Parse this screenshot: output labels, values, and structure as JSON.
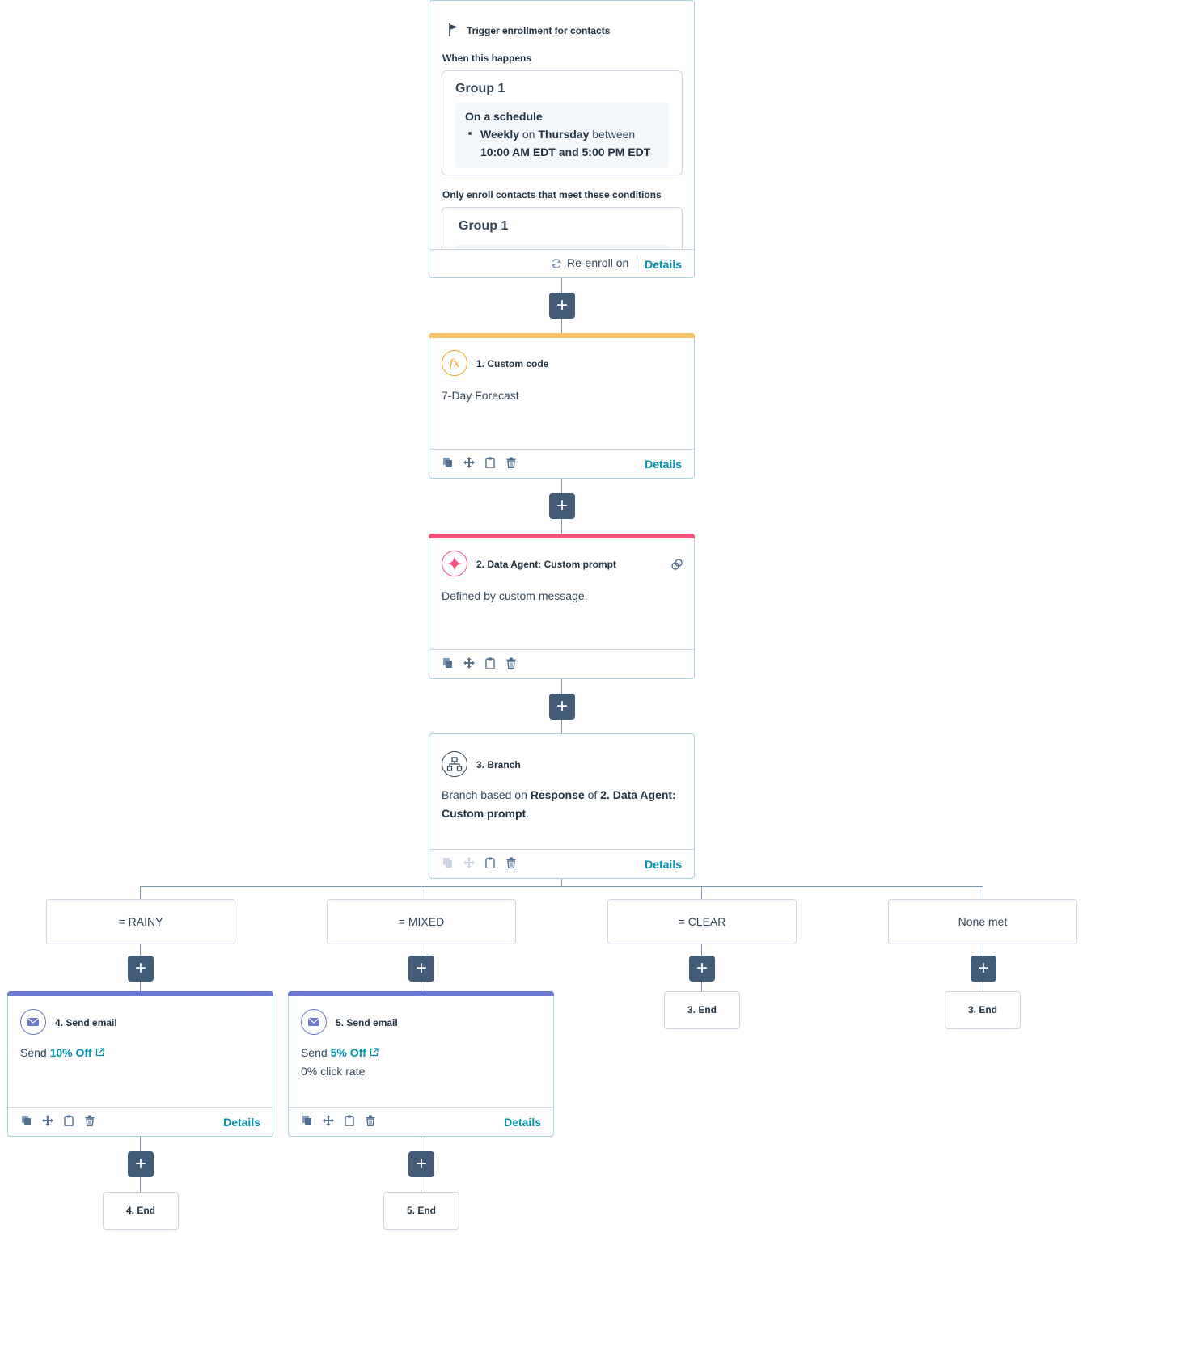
{
  "trigger": {
    "title": "Trigger enrollment for contacts",
    "when_label": "When this happens",
    "group1_title": "Group 1",
    "schedule_title": "On a schedule",
    "schedule_freq": "Weekly",
    "schedule_on": "on",
    "schedule_day": "Thursday",
    "schedule_between": "between",
    "schedule_times": "10:00 AM EDT and 5:00 PM EDT",
    "only_enroll_label": "Only enroll contacts that meet these conditions",
    "group2_title": "Group 1",
    "reenroll_label": "Re-enroll on",
    "details_label": "Details"
  },
  "steps": {
    "custom_code": {
      "title": "1. Custom code",
      "body": "7-Day Forecast",
      "details_label": "Details",
      "accent": "#f5c26b"
    },
    "data_agent": {
      "title": "2. Data Agent: Custom prompt",
      "body": "Defined by custom message.",
      "accent": "#f2547d"
    },
    "branch": {
      "title": "3. Branch",
      "body_prefix": "Branch based on",
      "body_response": "Response",
      "body_of": "of",
      "body_source": "2. Data Agent: Custom prompt",
      "body_end": ".",
      "details_label": "Details"
    }
  },
  "branches": [
    {
      "label": "= RAINY"
    },
    {
      "label": "= MIXED"
    },
    {
      "label": "= CLEAR"
    },
    {
      "label": "None met"
    }
  ],
  "emails": [
    {
      "title": "4. Send email",
      "send_label": "Send",
      "email_name": "10% Off",
      "stat": "",
      "details_label": "Details",
      "accent": "#6a78d1"
    },
    {
      "title": "5. Send email",
      "send_label": "Send",
      "email_name": "5% Off",
      "stat": "0% click rate",
      "details_label": "Details",
      "accent": "#6a78d1"
    }
  ],
  "ends": {
    "clear": "3. End",
    "none": "3. End",
    "rainy": "4. End",
    "mixed": "5. End"
  },
  "colors": {
    "connector": "#7c98b6",
    "plus_button": "#425b76",
    "link": "#0091ae",
    "card_border": "#a8d4de"
  }
}
